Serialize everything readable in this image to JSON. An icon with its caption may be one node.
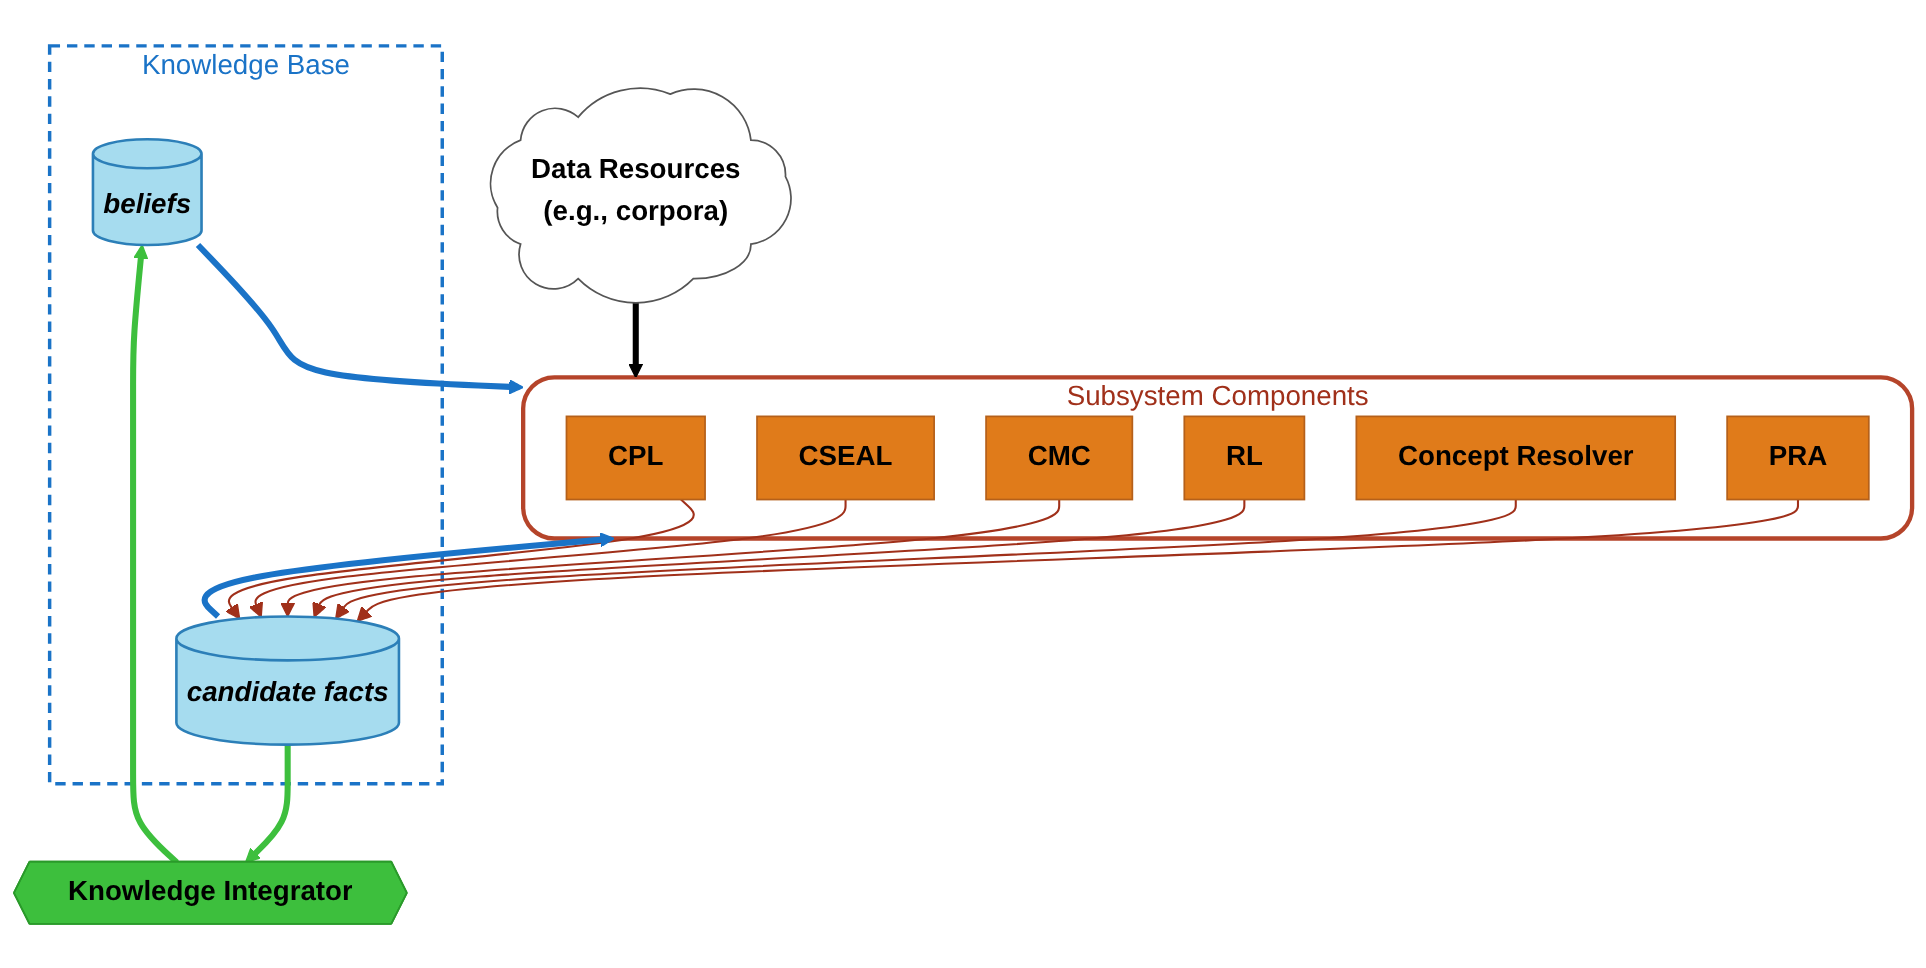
{
  "diagram": {
    "nodes": [
      {
        "text": [
          "Knowledge Base"
        ]
      },
      {
        "text": [
          "beliefs"
        ],
        "in": 0
      },
      {
        "text": [
          "candidate facts"
        ],
        "in": 0
      },
      {
        "text": [
          "Knowledge Integrator"
        ]
      },
      {
        "text": [
          "Data Resources",
          "(e.g., corpora)"
        ]
      },
      {
        "text": [
          "Subsystem Components"
        ]
      },
      {
        "text": [
          "CPL"
        ],
        "in": 5
      },
      {
        "text": [
          "CSEAL"
        ],
        "in": 5
      },
      {
        "text": [
          "CMC"
        ],
        "in": 5
      },
      {
        "text": [
          "RL"
        ],
        "in": 5
      },
      {
        "text": [
          "Concept Resolver"
        ],
        "in": 5
      },
      {
        "text": [
          "PRA"
        ],
        "in": 5
      }
    ],
    "edges": [
      {
        "from": 2,
        "to": 3,
        "arrow": "to",
        "style": "thick",
        "color": "#3dbf3d"
      },
      {
        "from": 3,
        "to": 1,
        "arrow": "to",
        "style": "thick",
        "color": "#3dbf3d"
      },
      {
        "from": 1,
        "to": 5,
        "arrow": "to",
        "style": "thick",
        "color": "#1a73c7"
      },
      {
        "from": 2,
        "to": 5,
        "arrow": "to",
        "style": "thick",
        "color": "#1a73c7"
      },
      {
        "from": 4,
        "to": 5,
        "arrow": "to",
        "style": "thick",
        "color": "#000000"
      },
      {
        "from": 6,
        "to": 2,
        "arrow": "to"
      },
      {
        "from": 7,
        "to": 2,
        "arrow": "to"
      },
      {
        "from": 8,
        "to": 2,
        "arrow": "to"
      },
      {
        "from": 9,
        "to": 2,
        "arrow": "to"
      },
      {
        "from": 10,
        "to": 2,
        "arrow": "to"
      },
      {
        "from": 11,
        "to": 2,
        "arrow": "to"
      }
    ]
  }
}
